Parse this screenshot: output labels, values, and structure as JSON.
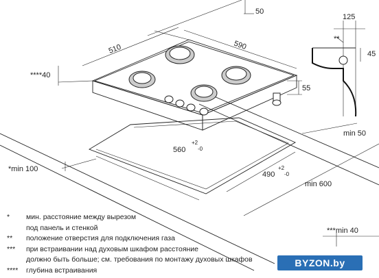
{
  "dimensions": {
    "top_depth": "50",
    "hob_width": "590",
    "hob_depth": "510",
    "side_right": "125",
    "gas_inlet": "45",
    "gas_mark": "**",
    "front_offset": "****40",
    "height": "55",
    "cutout_width": "560",
    "cutout_width_tol_plus": "+2",
    "cutout_width_tol_minus": "-0",
    "cutout_depth": "490",
    "cutout_depth_tol_plus": "+2",
    "cutout_depth_tol_minus": "-0",
    "min_rear": "min 50",
    "min_front": "*min 100",
    "min_worktop": "min 600",
    "min_oven": "***min 40"
  },
  "notes": [
    {
      "mark": "*",
      "text": "мин. расстояние между вырезом"
    },
    {
      "mark": "",
      "text": "под панель и стенкой"
    },
    {
      "mark": "**",
      "text": "положение отверстия для подключения газа"
    },
    {
      "mark": "***",
      "text": "при встраивании над духовым шкафом расстояние"
    },
    {
      "mark": "",
      "text": "должно быть больше; см. требования по монтажу духовых шкафов"
    },
    {
      "mark": "****",
      "text": "глубина встраивания"
    }
  ],
  "watermark": "BYZON.by"
}
